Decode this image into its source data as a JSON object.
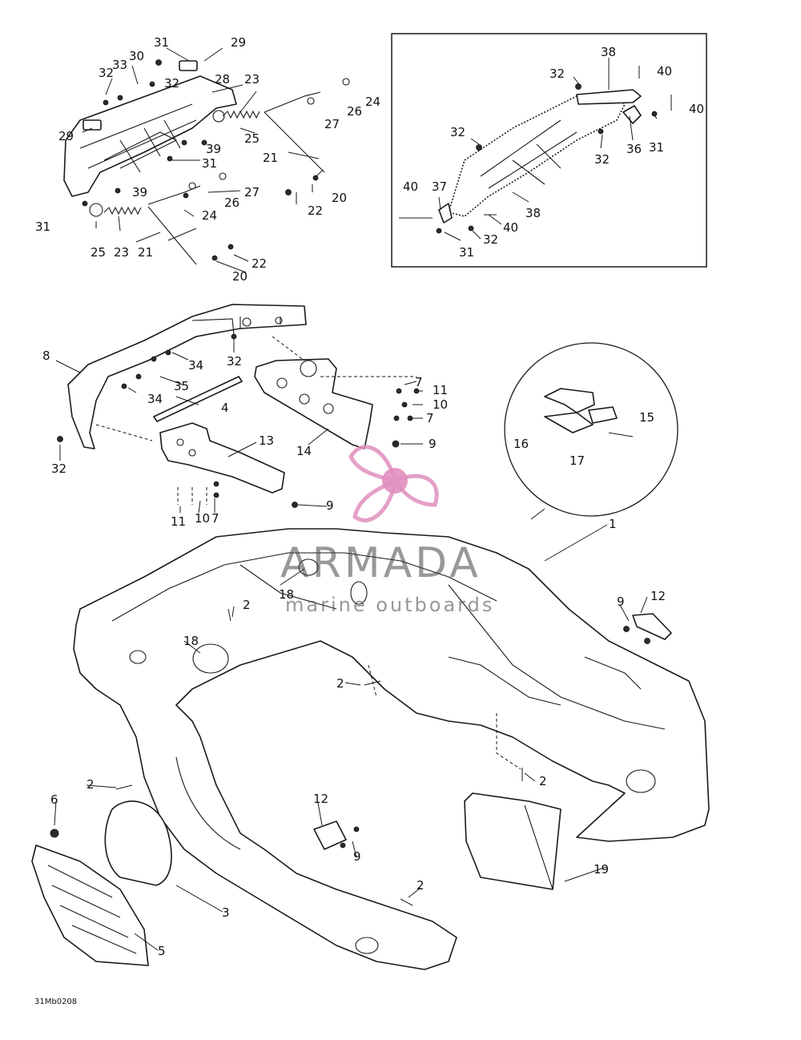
{
  "watermark": {
    "brand": "ARMADA",
    "tagline": "marine outboards",
    "color": "#e08fbe"
  },
  "figure_code": "31Mb0208",
  "labels": {
    "p31a": "31",
    "p29a": "29",
    "p33": "33",
    "p30": "30",
    "p32a": "32",
    "p32b": "32",
    "p28": "28",
    "p23a": "23",
    "p24a": "24",
    "p26a": "26",
    "p27a": "27",
    "p25a": "25",
    "p29b": "29",
    "p39a": "39",
    "p31b": "31",
    "p21a": "21",
    "p39b": "39",
    "p27b": "27",
    "p26b": "26",
    "p24b": "24",
    "p20a": "20",
    "p22a": "22",
    "p31c": "31",
    "p25b": "25",
    "p23b": "23",
    "p21b": "21",
    "p22b": "22",
    "p20b": "20",
    "i38a": "38",
    "i32a": "32",
    "i40a": "40",
    "i40b": "40",
    "i32b": "32",
    "i36": "36",
    "i31a": "31",
    "i32c": "32",
    "i40c": "40",
    "i37": "37",
    "i38b": "38",
    "i40d": "40",
    "i32d": "32",
    "i31b": "31",
    "m8": "8",
    "m34a": "34",
    "m32a": "32",
    "m35": "35",
    "m34b": "34",
    "m4": "4",
    "m32b": "32",
    "m7a": "7",
    "m11a": "11",
    "m10a": "10",
    "m7b": "7",
    "m9a": "9",
    "m14": "14",
    "m13": "13",
    "m9b": "9",
    "m11b": "11",
    "m10b": "10",
    "m7c": "7",
    "c15": "15",
    "c16": "16",
    "c17": "17",
    "b1": "1",
    "b18a": "18",
    "b2a": "2",
    "b18b": "18",
    "b2b": "2",
    "b9a": "9",
    "b12a": "12",
    "b2c": "2",
    "b2d": "2",
    "b6": "6",
    "b12b": "12",
    "b9b": "9",
    "b19": "19",
    "b2e": "2",
    "b3": "3",
    "b5": "5"
  }
}
